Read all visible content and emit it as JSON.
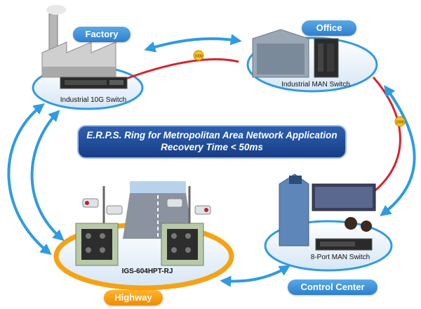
{
  "title": {
    "line1": "E.R.P.S. Ring for Metropolitan Area Network Application",
    "line2": "Recovery Time < 50ms"
  },
  "sites": {
    "factory": "Factory",
    "office": "Office",
    "control_center": "Control Center",
    "highway": "Highway"
  },
  "devices": {
    "factory_switch": "Industrial 10G Switch",
    "office_switch": "Industrial MAN Switch",
    "control_switch": "8-Port MAN Switch",
    "highway_switch": "IGS-604HPT-RJ"
  },
  "link_badges": {
    "factory_office": "1000",
    "office_control": "1000"
  },
  "colors": {
    "ring_blue": "#2f9be0",
    "ring_red": "#d7232e",
    "label_blue": "#2b7fcf",
    "label_orange": "#f08c00",
    "banner": "#1f4c9c"
  }
}
